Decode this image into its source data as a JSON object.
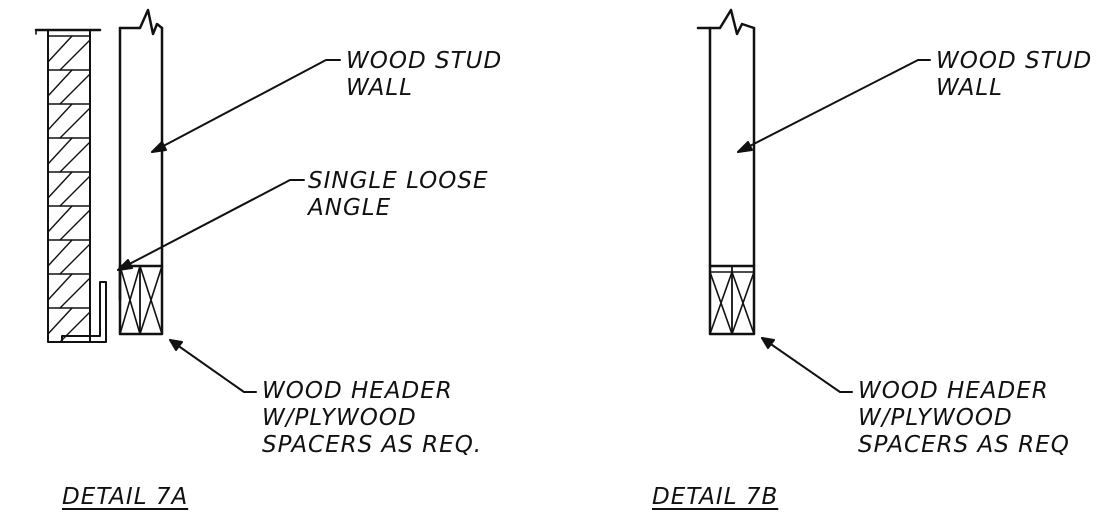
{
  "detail_7a": {
    "title": "DETAIL 7A",
    "labels": {
      "stud_wall": "WOOD STUD\nWALL",
      "loose_angle": "SINGLE LOOSE\nANGLE",
      "header": "WOOD HEADER\nW/PLYWOOD\nSPACERS AS REQ."
    }
  },
  "detail_7b": {
    "title": "DETAIL 7B",
    "labels": {
      "stud_wall": "WOOD STUD\nWALL",
      "header": "WOOD HEADER\nW/PLYWOOD\nSPACERS AS REQ"
    }
  },
  "colors": {
    "ink": "#111111",
    "paper": "#ffffff"
  }
}
